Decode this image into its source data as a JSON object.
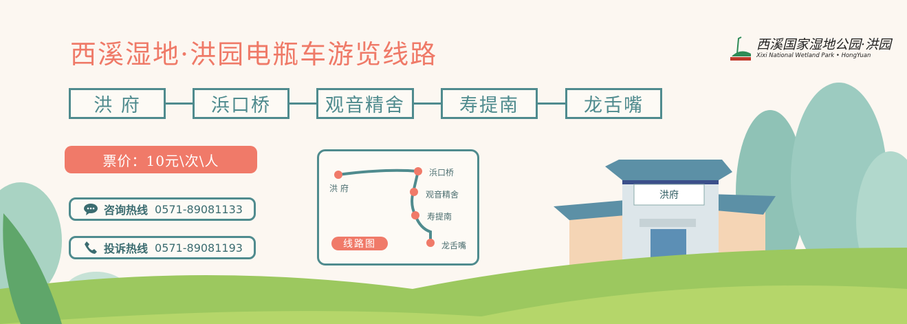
{
  "title": "西溪湿地·洪园电瓶车游览线路",
  "logo": {
    "cn": "西溪国家湿地公园·洪园",
    "en": "Xixi National Wetland Park • HongYuan"
  },
  "stations": [
    "洪 府",
    "浜口桥",
    "观音精舍",
    "寿提南",
    "龙舌嘴"
  ],
  "price": "票价：10元\\次\\人",
  "hotlines": [
    {
      "icon": "chat-bubble-icon",
      "label": "咨询热线",
      "number": "0571-89081133"
    },
    {
      "icon": "phone-icon",
      "label": "投诉热线",
      "number": "0571-89081193"
    }
  ],
  "map": {
    "tag": "线路图",
    "stops": [
      "洪 府",
      "浜口桥",
      "观音精舍",
      "寿提南",
      "龙舌嘴"
    ]
  },
  "building_sign": "洪府",
  "colors": {
    "accent": "#f07a69",
    "teal": "#4f8b8e",
    "background": "#fcf7f1"
  }
}
